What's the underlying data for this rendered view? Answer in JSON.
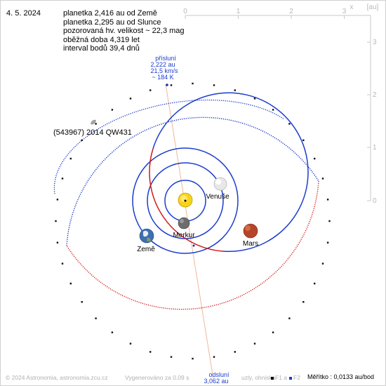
{
  "header": {
    "date": "4. 5. 2024",
    "lines": [
      "planetka 2,416 au od Země",
      "planetka 2,295 au od Slunce",
      "pozorovaná hv. velikost ~ 22,3 mag",
      "oběžná doba 4,319 let",
      "interval bodů 39,4 dnů"
    ]
  },
  "axes": {
    "x_ticks": [
      "0",
      "1",
      "2",
      "3"
    ],
    "x_label": "x",
    "unit_label": "[au]",
    "y_ticks": [
      "3",
      "2",
      "1",
      "0"
    ]
  },
  "perihelion": {
    "title": "přísluní",
    "distance": "2,222 au",
    "speed": "21,5 km/s",
    "temperature": "~ 184 K"
  },
  "aphelion": {
    "title": "odsluní",
    "distance": "3,062 au"
  },
  "bodies": {
    "asteroid": "(543967) 2014 QW431",
    "venus": "Venuše",
    "mercury": "Merkur",
    "earth": "Země",
    "mars": "Mars"
  },
  "footer": {
    "copyright": "© 2024 Astronomia, astronomia.zcu.cz",
    "generated": "Vygenerováno za 0,09 s",
    "nodes": "uzly, ohniska",
    "f1": "F1 a",
    "f2": "F2",
    "scale": "Měřítko : 0,0133 au/bod"
  },
  "colors": {
    "above": "#1030c8",
    "below": "#d01818",
    "orbit_planet": "#1a3ccf",
    "apsides_line": "#f0b898",
    "axis": "#c8c8c8",
    "sun": "#f7d31a"
  }
}
